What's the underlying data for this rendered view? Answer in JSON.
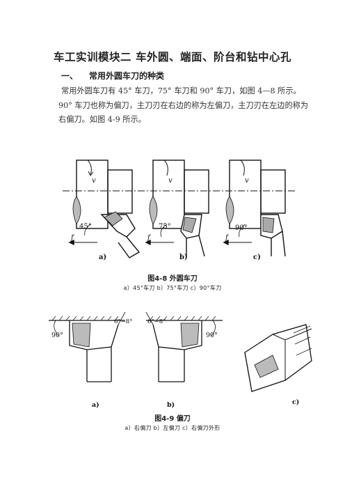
{
  "title": "车工实训模块二   车外圆、端面、阶台和钻中心孔",
  "section": {
    "number": "一、",
    "heading": "常用外圆车刀的种类"
  },
  "paragraph": [
    "常用外圆车刀有 45° 车刀，75° 车刀和 90° 车刀，如图 4—8 所示。",
    "90° 车刀也称为偏刀，主刀刃在右边的称为左偏刀，主刀刃在左边的称为",
    "右偏刀。如图 4-9 所示。"
  ],
  "figure1": {
    "caption": "图4-8   外圆车刀",
    "subcaption": "a）45°车刀   b）75°车刀   c）90°车刀",
    "angles": [
      "45°",
      "75°",
      "90°"
    ],
    "panel_labels": [
      "a)",
      "b)",
      "c)"
    ],
    "v_label": "v",
    "f_label": "f"
  },
  "figure2": {
    "caption": "图4-9   偏刀",
    "subcaption": "a）右偏刀   b）左偏刀   c）右偏刀外形",
    "angle_90": "90°",
    "angle_range": "6°~8°",
    "angle_6_8": "6°~8°",
    "panel_labels": [
      "a)",
      "b)",
      "c)"
    ]
  }
}
